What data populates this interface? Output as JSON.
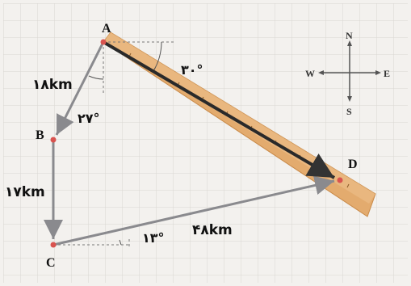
{
  "points": {
    "a": "A",
    "b": "B",
    "c": "C",
    "d": "D"
  },
  "lengths": {
    "ab": "۱۸km",
    "bc": "۱۷km",
    "cd": "۴۸km"
  },
  "angles": {
    "ruler": "۳۰°",
    "ab": "۲۷°",
    "cd": "۱۳°"
  },
  "compass": {
    "north": "N",
    "south": "S",
    "east": "E",
    "west": "W"
  },
  "colors": {
    "background": "#f3f1ee",
    "grid": "#d9d6d2",
    "path": "#8a8a8e",
    "ruler": "#e3ab6e",
    "ruler_edge": "#2a2a2a",
    "point": "#d9534f"
  }
}
